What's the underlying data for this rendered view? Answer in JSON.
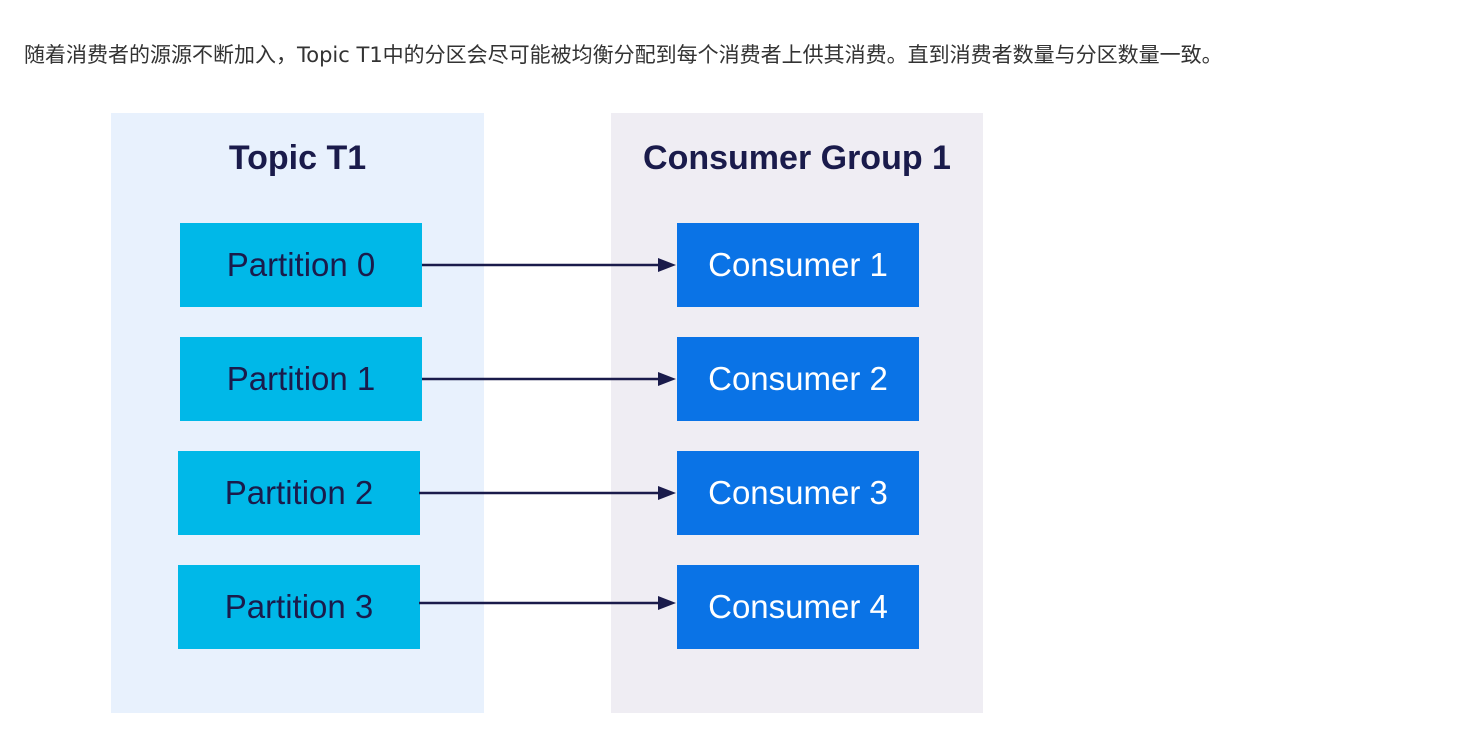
{
  "intro_text": "随着消费者的源源不断加入，Topic T1中的分区会尽可能被均衡分配到每个消费者上供其消费。直到消费者数量与分区数量一致。",
  "diagram": {
    "topic_title": "Topic T1",
    "group_title": "Consumer Group 1",
    "partitions": [
      "Partition 0",
      "Partition 1",
      "Partition 2",
      "Partition 3"
    ],
    "consumers": [
      "Consumer 1",
      "Consumer 2",
      "Consumer 3",
      "Consumer 4"
    ],
    "colors": {
      "topic_panel": "#e8f1fd",
      "group_panel": "#efedf3",
      "partition": "#00b8e8",
      "consumer": "#0a73e6",
      "arrow": "#1a1b4b",
      "title": "#1a1b4b"
    }
  }
}
